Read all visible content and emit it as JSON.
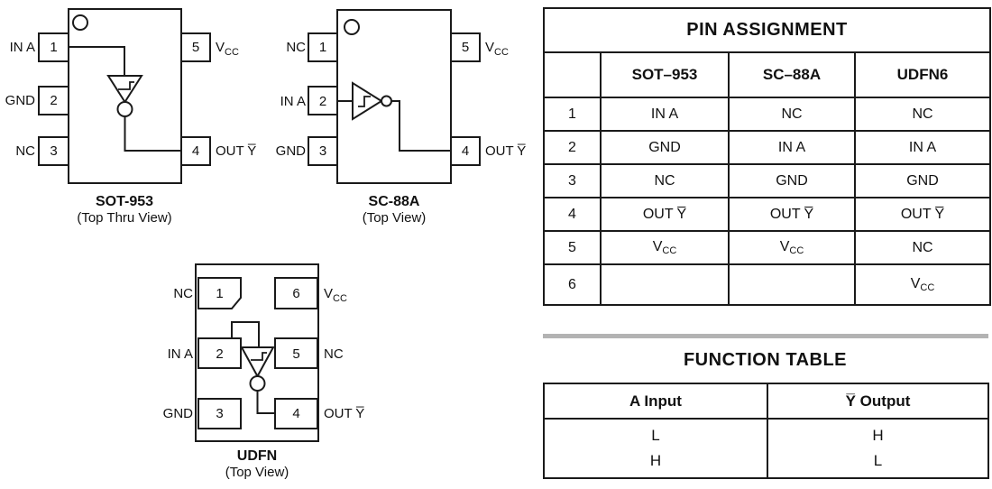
{
  "packages": {
    "sot953": {
      "name": "SOT-953",
      "view": "(Top Thru View)",
      "pins": {
        "p1": {
          "num": "1",
          "label": "IN A"
        },
        "p2": {
          "num": "2",
          "label": "GND"
        },
        "p3": {
          "num": "3",
          "label": "NC"
        },
        "p4": {
          "num": "4",
          "label": "OUT Y̅"
        },
        "p5": {
          "num": "5",
          "label": "VCC"
        }
      }
    },
    "sc88a": {
      "name": "SC-88A",
      "view": "(Top View)",
      "pins": {
        "p1": {
          "num": "1",
          "label": "NC"
        },
        "p2": {
          "num": "2",
          "label": "IN A"
        },
        "p3": {
          "num": "3",
          "label": "GND"
        },
        "p4": {
          "num": "4",
          "label": "OUT Y̅"
        },
        "p5": {
          "num": "5",
          "label": "VCC"
        }
      }
    },
    "udfn": {
      "name": "UDFN",
      "view": "(Top View)",
      "pins": {
        "p1": {
          "num": "1",
          "label": "NC"
        },
        "p2": {
          "num": "2",
          "label": "IN A"
        },
        "p3": {
          "num": "3",
          "label": "GND"
        },
        "p4": {
          "num": "4",
          "label": "OUT Y̅"
        },
        "p5": {
          "num": "5",
          "label": "NC"
        },
        "p6": {
          "num": "6",
          "label": "VCC"
        }
      }
    }
  },
  "vcc": {
    "base": "V",
    "sub": "CC"
  },
  "pin_assignment": {
    "title": "PIN ASSIGNMENT",
    "columns": [
      "",
      "SOT–953",
      "SC–88A",
      "UDFN6"
    ],
    "rows": [
      [
        "1",
        "IN A",
        "NC",
        "NC"
      ],
      [
        "2",
        "GND",
        "IN A",
        "IN A"
      ],
      [
        "3",
        "NC",
        "GND",
        "GND"
      ],
      [
        "4",
        "OUT Y̅",
        "OUT Y̅",
        "OUT Y̅"
      ],
      [
        "5",
        "VCC",
        "VCC",
        "NC"
      ],
      [
        "6",
        "",
        "",
        "VCC"
      ]
    ]
  },
  "function_table": {
    "title": "FUNCTION TABLE",
    "columns": [
      "A Input",
      "Y̅ Output"
    ],
    "rows": [
      [
        "L",
        "H"
      ],
      [
        "H",
        "L"
      ]
    ]
  },
  "colors": {
    "line": "#1a1a1a",
    "divider": "#b3b3b3",
    "background": "#ffffff"
  }
}
